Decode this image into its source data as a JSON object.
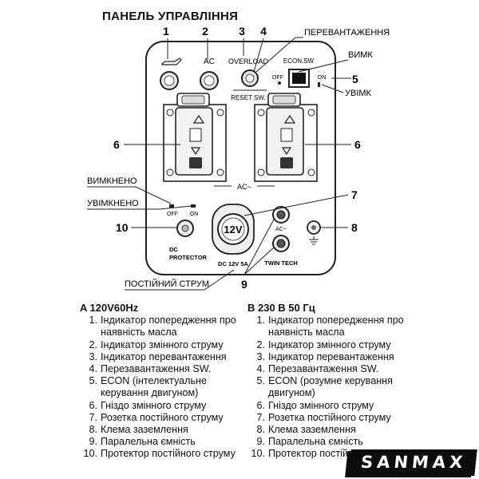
{
  "title": "ПАНЕЛЬ УПРАВЛІННЯ",
  "callouts": {
    "n1": "1",
    "n2": "2",
    "n3": "3",
    "n4": "4",
    "n5": "5",
    "n6": "6",
    "n7": "7",
    "n8": "8",
    "n9": "9",
    "n10": "10",
    "overload_label": "ПЕРЕВАНТАЖЕННЯ",
    "on_label": "ВИМК",
    "off_label": "УВІМК",
    "vymkneno": "ВИМКНЕНО",
    "uvimkneno": "УВІМКНЕНО",
    "dc_label": "ПОСТІЙНИЙ СТРУМ"
  },
  "panel": {
    "ac": "AC",
    "overload": "OVERLOAD",
    "reset": "RESET SW.",
    "econ": "ECON.SW",
    "econ_off": "OFF",
    "econ_on": "ON",
    "ac_tilde": "AC~",
    "switch_off": "OFF",
    "switch_on": "ON",
    "twelve_v": "12V",
    "dc": "DC",
    "protector": "PROTECTOR",
    "dc_rating": "DC 12V 5A",
    "ac_small": "AC~",
    "twin_tech": "TWIN TECH"
  },
  "list_a": {
    "heading": "A 120V60Hz",
    "items": [
      {
        "n": "1.",
        "t": "Індикатор попередження про наявність масла"
      },
      {
        "n": "2.",
        "t": "Індикатор змінного струму"
      },
      {
        "n": "3.",
        "t": "Індикатор перевантаження"
      },
      {
        "n": "4.",
        "t": "Перезавантаження SW."
      },
      {
        "n": "5.",
        "t": "ECON (інтелектуальне керування двигуном)"
      },
      {
        "n": "6.",
        "t": "Гніздо змінного струму"
      },
      {
        "n": "7.",
        "t": "Розетка постійного струму"
      },
      {
        "n": "8.",
        "t": "Клема заземлення"
      },
      {
        "n": "9.",
        "t": "Паралельна ємність"
      },
      {
        "n": "10.",
        "t": "Протектор постійного струму"
      }
    ]
  },
  "list_b": {
    "heading": "B 230 В 50 Гц",
    "items": [
      {
        "n": "1.",
        "t": "Індикатор попередження про наявність масла"
      },
      {
        "n": "2.",
        "t": "Індикатор змінного струму"
      },
      {
        "n": "3.",
        "t": "Індикатор перевантаження"
      },
      {
        "n": "4.",
        "t": "Перезавантаження SW."
      },
      {
        "n": "5.",
        "t": "ECON (розумне керування двигуном)"
      },
      {
        "n": "6.",
        "t": "Гніздо змінного струму"
      },
      {
        "n": "7.",
        "t": "Розетка постійного струму"
      },
      {
        "n": "8.",
        "t": "Клема заземлення"
      },
      {
        "n": "9.",
        "t": "Паралельна ємність"
      },
      {
        "n": "10.",
        "t": "Протектор постійного струму"
      }
    ]
  },
  "brand": "SANMAX"
}
